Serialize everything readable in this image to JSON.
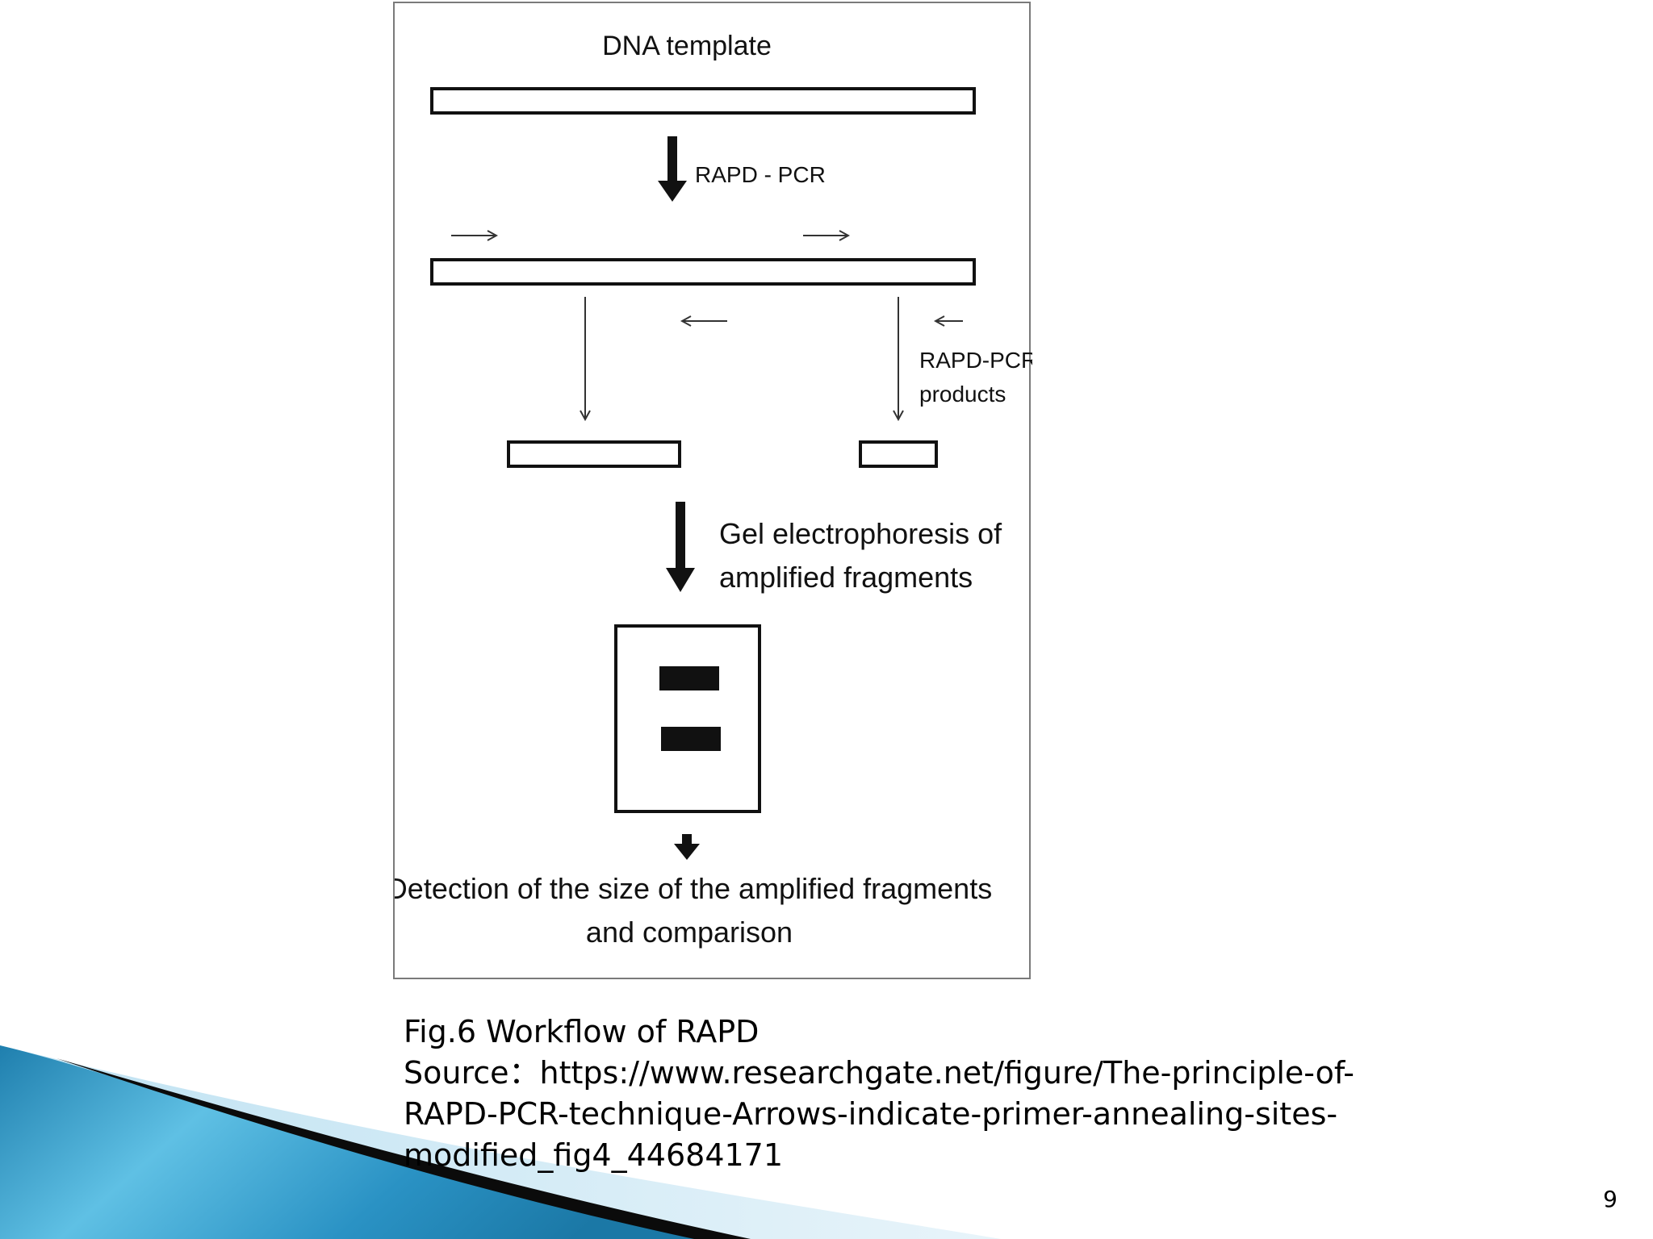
{
  "diagram": {
    "title": "DNA template",
    "step1_label": "RAPD - PCR",
    "products_label_line1": "RAPD-PCR",
    "products_label_line2": "products",
    "step2_label_line1": "Gel electrophoresis of",
    "step2_label_line2": "amplified fragments",
    "final_label_line1": "Detection of the size of the amplified fragments",
    "final_label_line2": "and comparison"
  },
  "caption": {
    "figure_title": "Fig.6 Workflow of RAPD",
    "source_line1": "Source：https://www.researchgate.net/figure/The-principle-of-",
    "source_line2": "RAPD-PCR-technique-Arrows-indicate-primer-annealing-sites-",
    "source_line3": "modified_fig4_44684171"
  },
  "page_number": "9",
  "colors": {
    "accent_blue": "#2a8fc0",
    "accent_light": "#6cc3e6",
    "dark_band": "#0a0a0a"
  }
}
